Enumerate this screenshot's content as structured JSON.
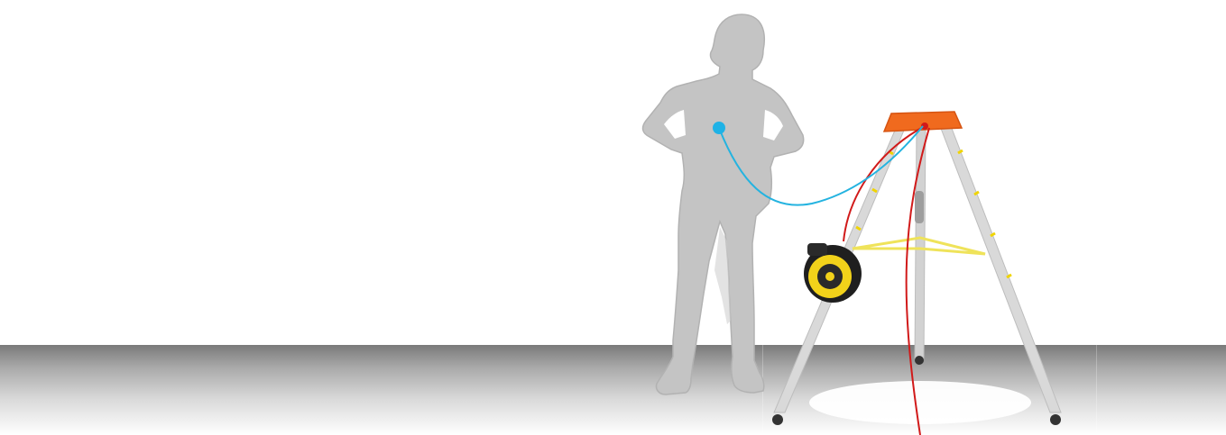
{
  "scene": {
    "colors": {
      "silhouette": "#c4c4c4",
      "silhouette_edge": "#b2b2b2",
      "harness_line": "#24b3e0",
      "harness_point": "#1fb2e6",
      "tripod_head": "#f06a1e",
      "tripod_leg": "#d9d9d9",
      "leg_stripe": "#f0d400",
      "lifeline": "#d11a1a",
      "winch_body": "#1f1f1f",
      "winch_reel": "#f2d21a",
      "spreader": "#efe35a"
    },
    "icons": [
      "worker-silhouette",
      "tripod",
      "winch",
      "confined-space-opening"
    ]
  }
}
